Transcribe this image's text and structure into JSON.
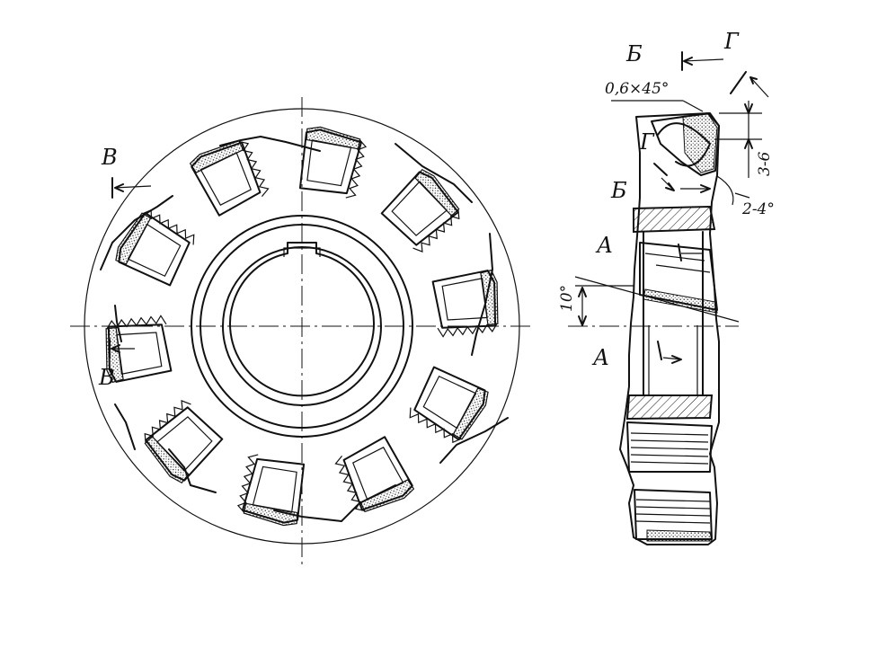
{
  "labels": {
    "section_v_top": "В",
    "section_v_bottom": "В",
    "section_b_top": "Б",
    "section_b_side": "Б",
    "section_g_top": "Г",
    "section_g_inner": "Г",
    "section_a_top": "А",
    "section_a_bottom": "А"
  },
  "dimensions": {
    "chamfer": "0,6×45°",
    "clearance": "3-6",
    "angle_small": "2-4°",
    "angle_tilt": "10°"
  },
  "cutter": {
    "teeth_count": 10
  }
}
